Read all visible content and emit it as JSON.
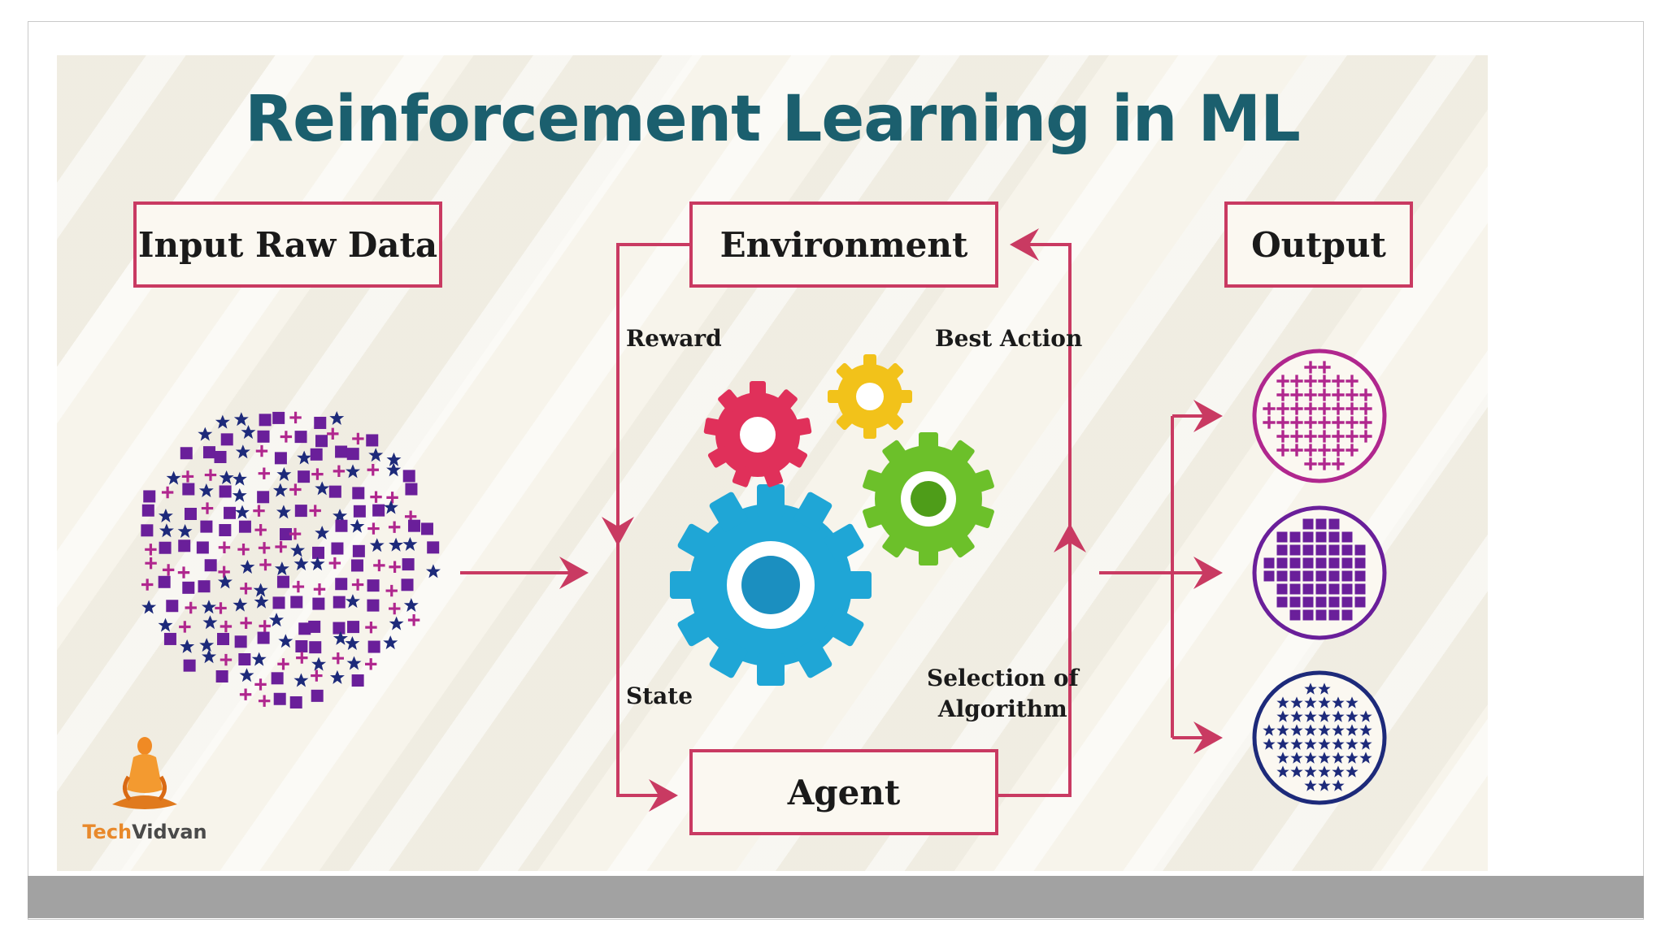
{
  "diagram": {
    "title": "Reinforcement Learning in ML",
    "boxes": {
      "input": "Input Raw Data",
      "environment": "Environment",
      "output": "Output",
      "agent": "Agent"
    },
    "edges": {
      "reward": "Reward",
      "best_action": "Best Action",
      "state": "State",
      "selection_line1": "Selection of",
      "selection_line2": "Algorithm"
    },
    "logo": {
      "part1": "Tech",
      "part2": "Vidvan"
    }
  },
  "colors": {
    "title": "#1b5f6e",
    "arrow": "#c93a62",
    "gear_red": "#e0305a",
    "gear_yellow": "#f2c21a",
    "gear_green": "#6cc02a",
    "gear_blue": "#1fa6d6",
    "magenta": "#b0278e",
    "purple": "#6a1f9a",
    "navy": "#1d2a7a"
  }
}
